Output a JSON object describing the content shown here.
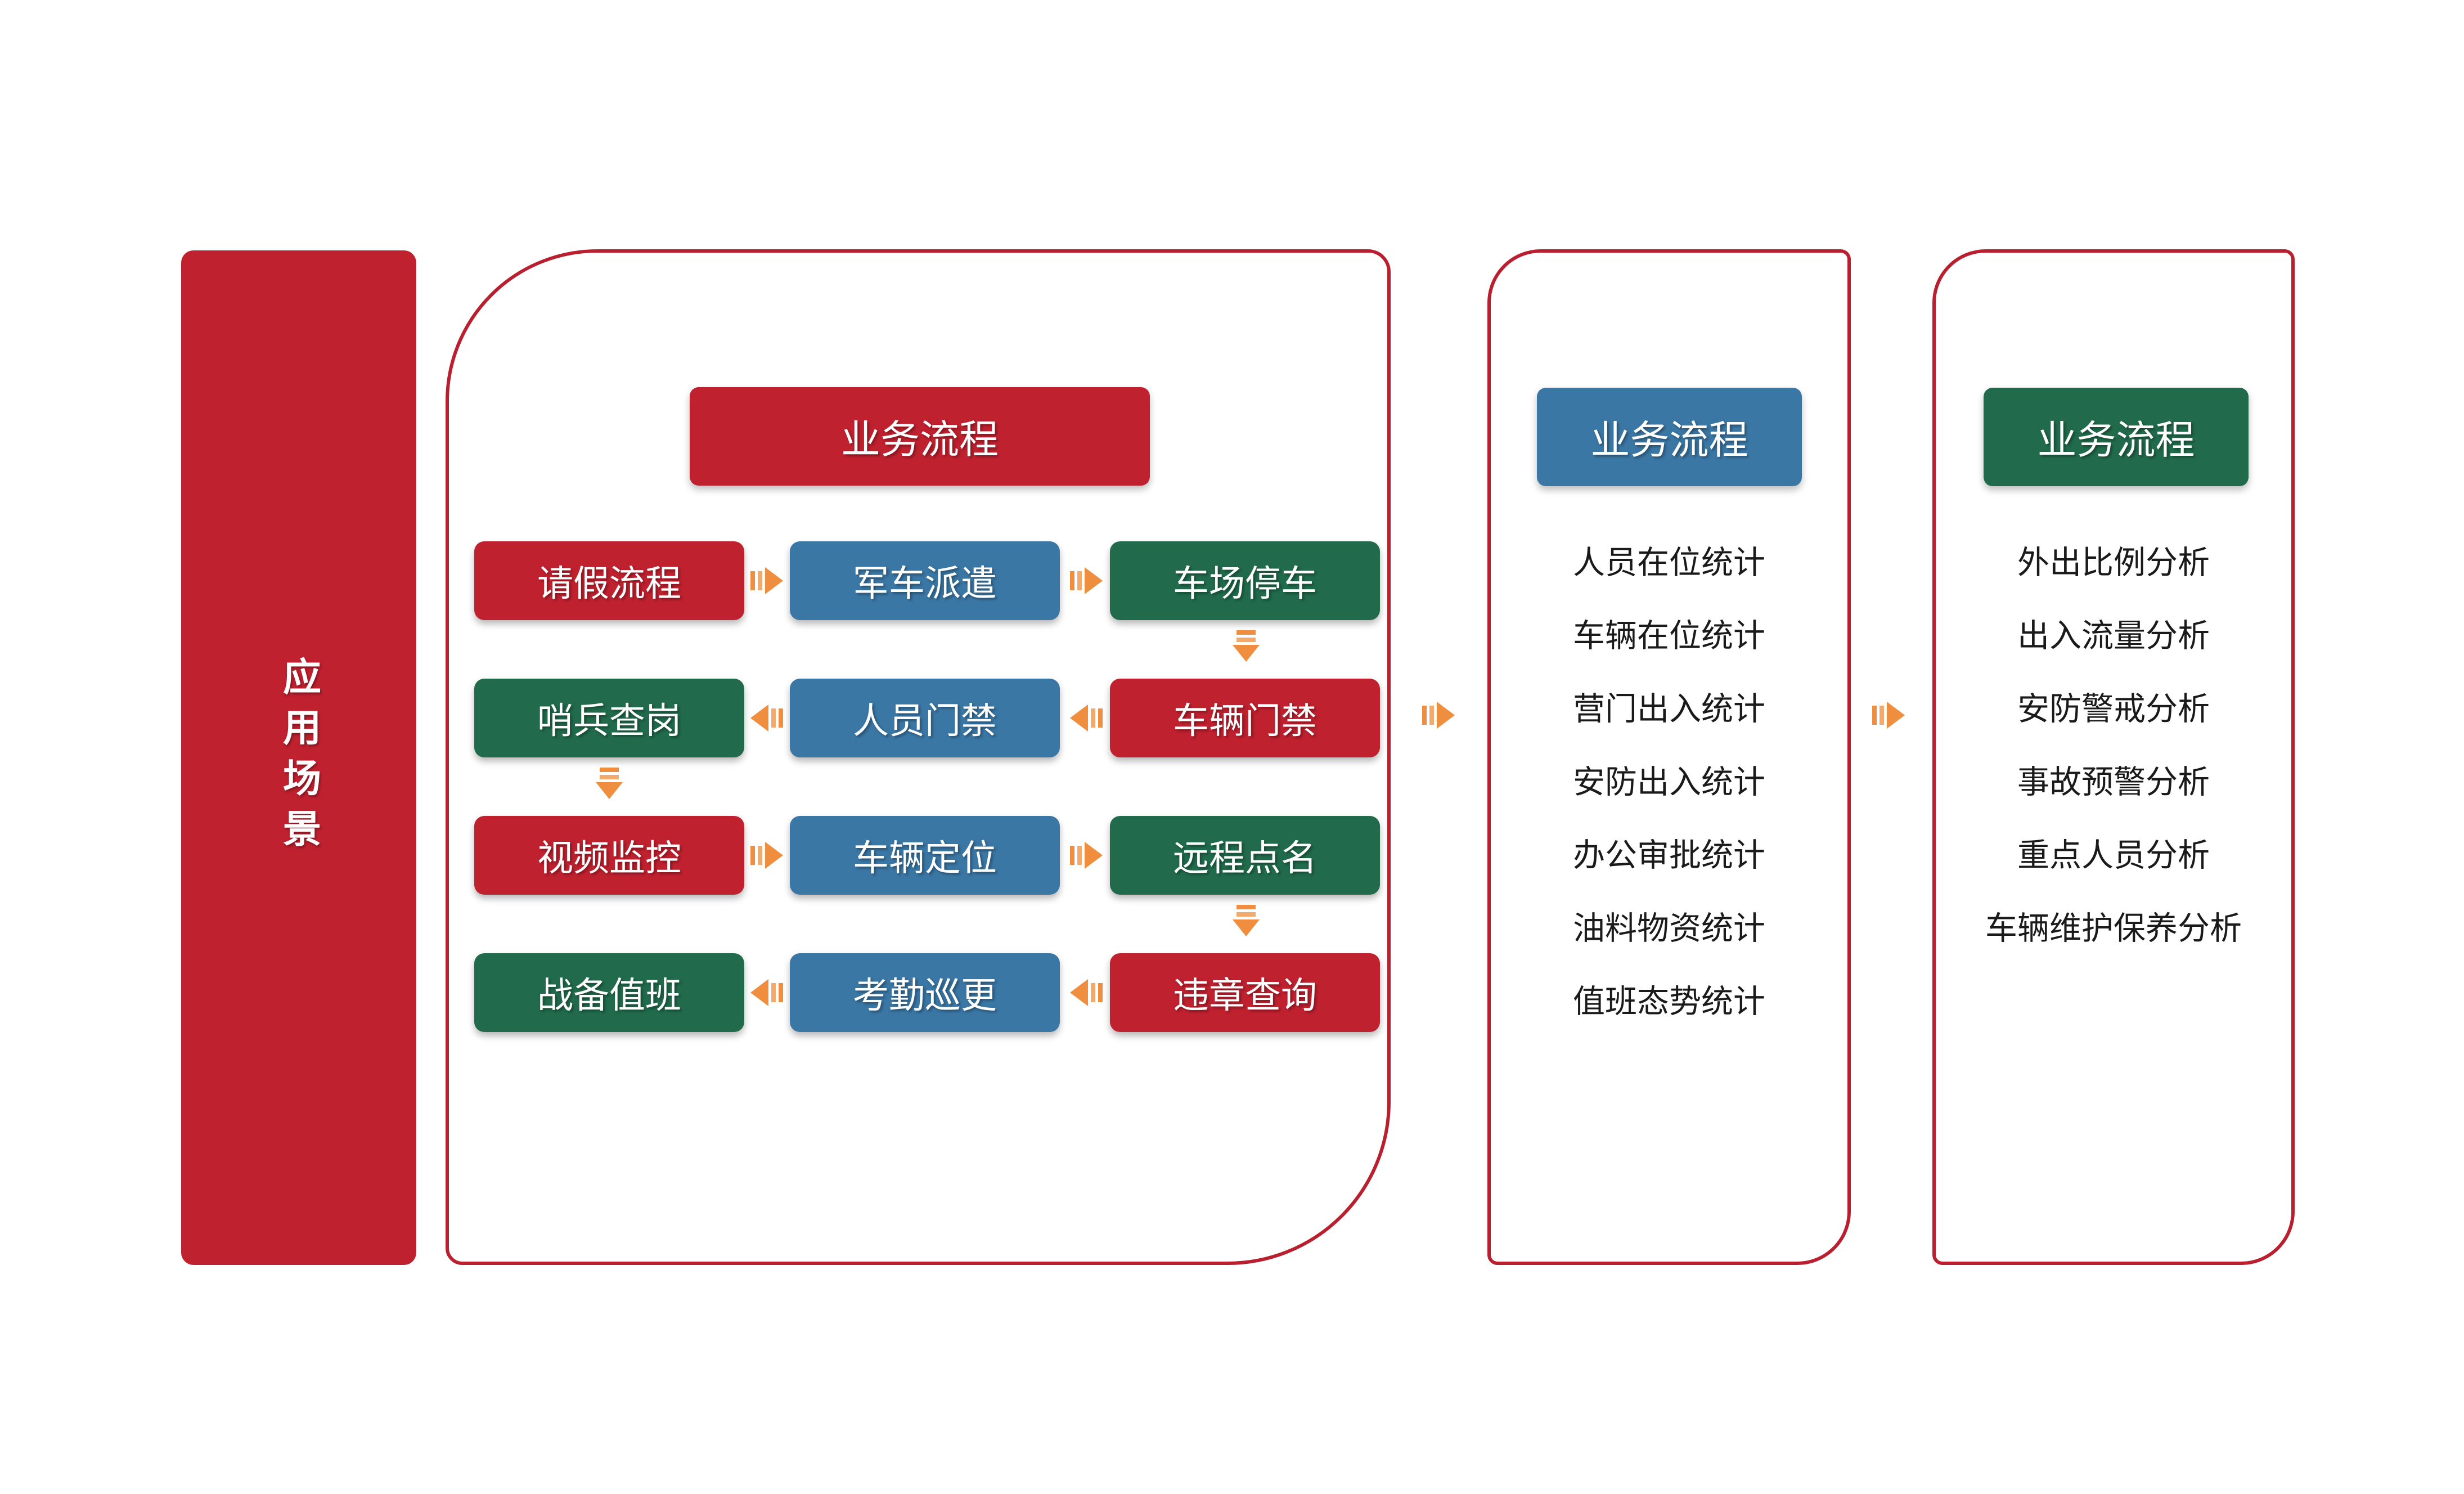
{
  "colors": {
    "red": "#C0212F",
    "blue": "#3B77A5",
    "green": "#216B4C",
    "orange": "#EE8E3E",
    "panel_outline": "#B91F2E",
    "list_text": "#1A1A1A"
  },
  "sidebar": {
    "label": "应用场景"
  },
  "panel1": {
    "header": "业务流程",
    "grid": [
      {
        "label": "请假流程",
        "color": "red"
      },
      {
        "label": "军车派遣",
        "color": "blue"
      },
      {
        "label": "车场停车",
        "color": "green"
      },
      {
        "label": "哨兵查岗",
        "color": "green"
      },
      {
        "label": "人员门禁",
        "color": "blue"
      },
      {
        "label": "车辆门禁",
        "color": "red"
      },
      {
        "label": "视频监控",
        "color": "red"
      },
      {
        "label": "车辆定位",
        "color": "blue"
      },
      {
        "label": "远程点名",
        "color": "green"
      },
      {
        "label": "战备值班",
        "color": "green"
      },
      {
        "label": "考勤巡更",
        "color": "blue"
      },
      {
        "label": "违章查询",
        "color": "red"
      }
    ],
    "arrows": {
      "row_dirs": [
        "right",
        "left",
        "right",
        "left"
      ],
      "down_arrows": [
        "after-row1-col3",
        "after-row2-col1",
        "after-row3-col3"
      ]
    }
  },
  "panel2": {
    "header": "业务流程",
    "items": [
      "人员在位统计",
      "车辆在位统计",
      "营门出入统计",
      "安防出入统计",
      "办公审批统计",
      "油料物资统计",
      "值班态势统计"
    ]
  },
  "panel3": {
    "header": "业务流程",
    "items": [
      "外出比例分析",
      "出入流量分析",
      "安防警戒分析",
      "事故预警分析",
      "重点人员分析",
      "车辆维护保养分析"
    ]
  },
  "connectors": {
    "panel1_to_panel2": "right",
    "panel2_to_panel3": "right"
  }
}
